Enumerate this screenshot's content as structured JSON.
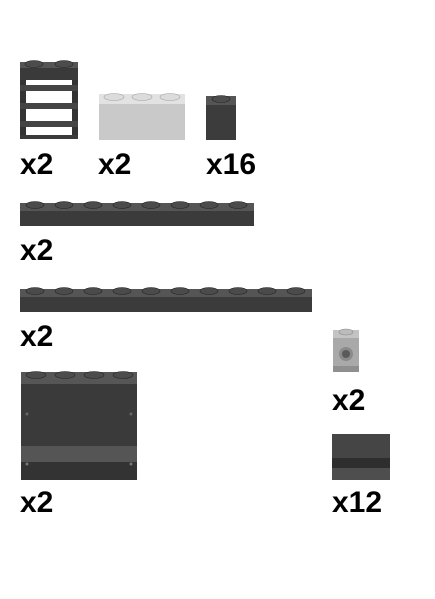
{
  "parts": [
    {
      "id": "ladder-2x2",
      "quantity": "x2",
      "color": "#3d3d3d"
    },
    {
      "id": "brick-1x3",
      "quantity": "x2",
      "color": "#c8c8c8"
    },
    {
      "id": "brick-1x1",
      "quantity": "x16",
      "color": "#3d3d3d"
    },
    {
      "id": "plate-1x8",
      "quantity": "x2",
      "color": "#3d3d3d"
    },
    {
      "id": "plate-1x10",
      "quantity": "x2",
      "color": "#3d3d3d"
    },
    {
      "id": "clip-1x1",
      "quantity": "x2",
      "color": "#a8a8a8"
    },
    {
      "id": "panel-1x4x3",
      "quantity": "x2",
      "color": "#3d3d3d"
    },
    {
      "id": "slope-1x2",
      "quantity": "x12",
      "color": "#3d3d3d"
    }
  ]
}
